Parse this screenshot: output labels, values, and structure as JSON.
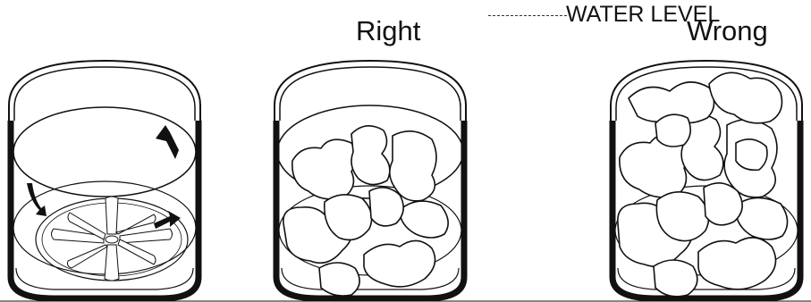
{
  "labels": {
    "right": "Right",
    "wrong": "Wrong",
    "water_level": "WATER LEVEL"
  },
  "panels": [
    {
      "id": "agitator-tub",
      "content": "impeller with rotation arrows"
    },
    {
      "id": "right-load",
      "content": "clothes below water level"
    },
    {
      "id": "wrong-load",
      "content": "overfilled tub"
    }
  ],
  "colors": {
    "line": "#111111",
    "background": "#ffffff"
  },
  "icons": [
    "rotation-arrow-icon",
    "impeller-icon",
    "clothes-icon"
  ]
}
